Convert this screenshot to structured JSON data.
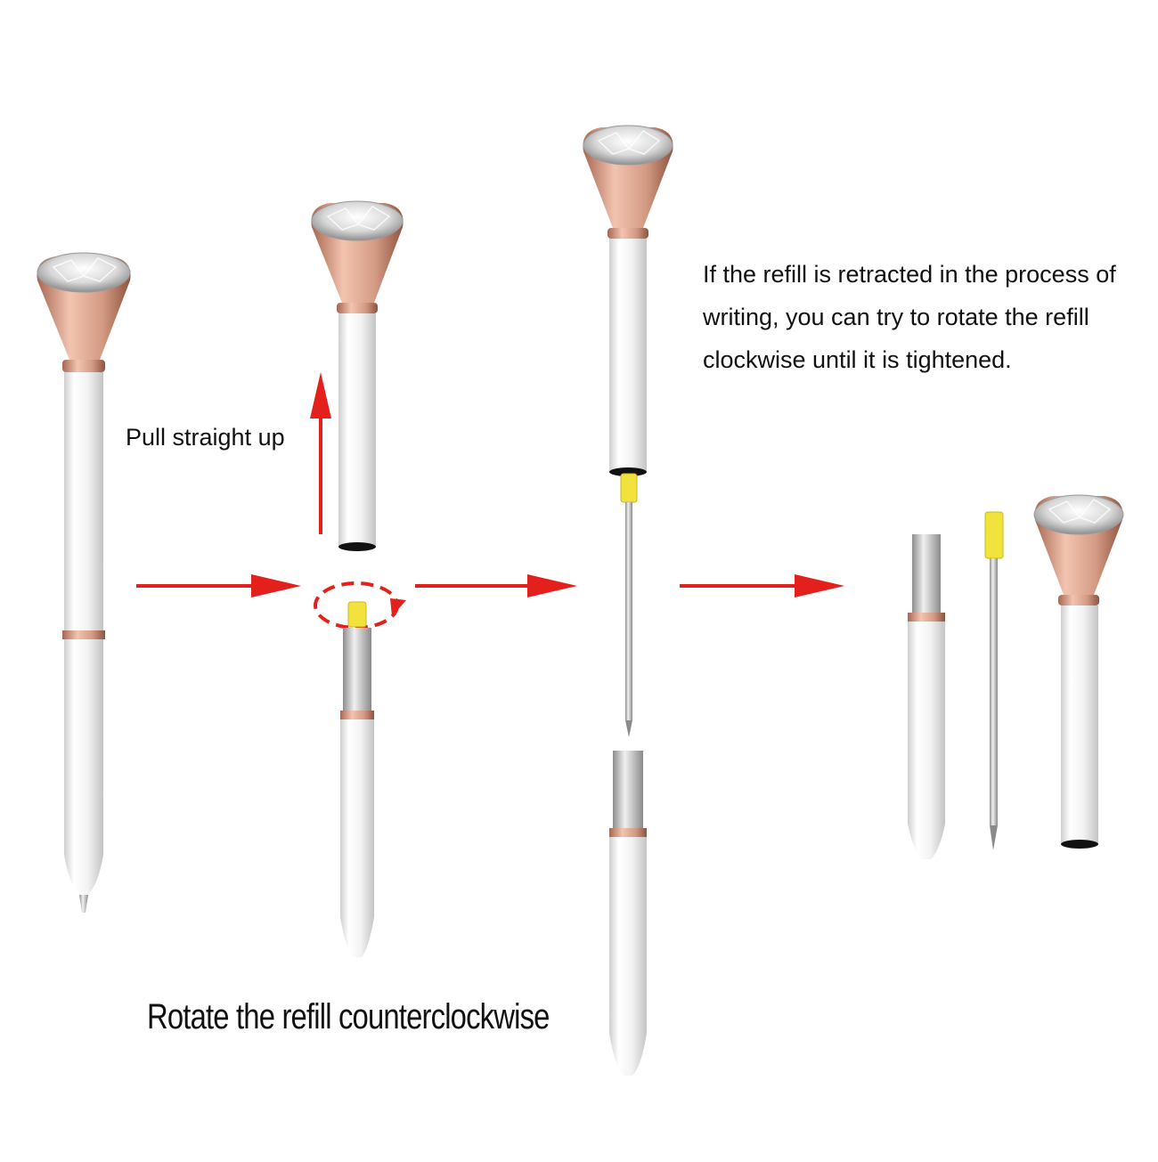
{
  "labels": {
    "pull_straight_up": "Pull straight up",
    "retract_note": "If the refill is retracted in the process of writing, you can try to rotate the refill clockwise until it is tightened.",
    "rotate_counterclockwise": "Rotate the refill counterclockwise"
  },
  "colors": {
    "arrow": "#e3201b",
    "rose_gold": "#d39a83",
    "barrel": "#f4f4f4",
    "refill_cap": "#f2e23c",
    "metal": "#b8b8b8"
  },
  "icons": {
    "flow_arrow": "right-arrow-icon",
    "pull_arrow": "up-arrow-icon",
    "rotate": "rotate-counterclockwise-icon",
    "pen": "diamond-pen-icon"
  }
}
